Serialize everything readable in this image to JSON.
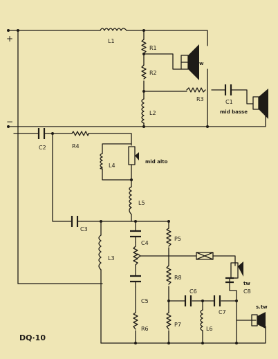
{
  "model": "DQ·10",
  "terminals": {
    "plus": "+",
    "minus": "−"
  },
  "speakers": {
    "woofer": "w",
    "mid_bass": "mid basse",
    "mid_alto": "mid alto",
    "tweeter": "tw",
    "super_tweeter": "s.tw"
  },
  "components": {
    "L1": "L1",
    "R1": "R1",
    "R2": "R2",
    "R3": "R3",
    "C1": "C1",
    "L2": "L2",
    "C2": "C2",
    "R4": "R4",
    "L4": "L4",
    "L5": "L5",
    "C3": "C3",
    "L3": "L3",
    "C4": "C4",
    "P5": "P5",
    "R8": "R8",
    "C5": "C5",
    "R6": "R6",
    "C6": "C6",
    "C7": "C7",
    "C8": "C8",
    "L6": "L6",
    "P7": "P7"
  },
  "colors": {
    "background": "#efe6b5",
    "ink": "#1e1b17"
  }
}
